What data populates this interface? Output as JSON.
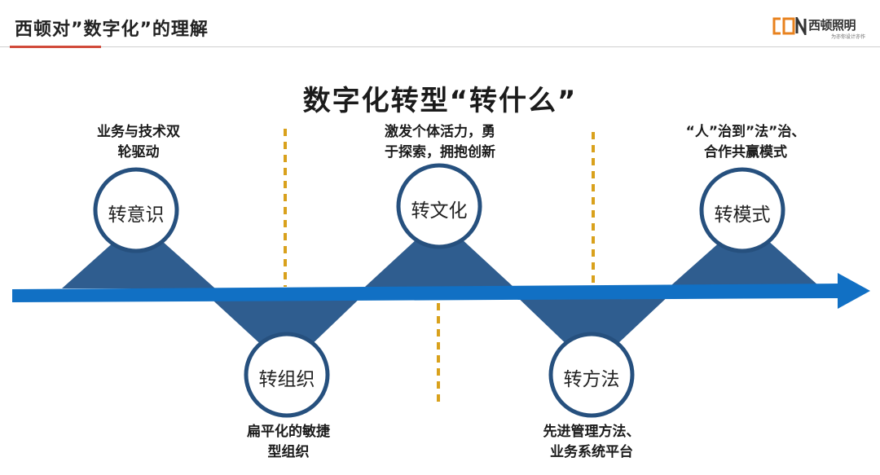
{
  "header": {
    "title": "西顿对”数字化”的理解",
    "logo_text": "西顿照明",
    "logo_subtext": "为亦你设计亦作"
  },
  "main_title": "数字化转型“转什么”",
  "colors": {
    "arrow": "#1170c4",
    "triangle": "#2f5d8f",
    "circle_border": "#26507e",
    "divider": "#d9a11c",
    "accent": "#d14a3a"
  },
  "stages": [
    {
      "label": "转意识",
      "position": "top",
      "description_lines": [
        "业务与技术双",
        "轮驱动"
      ]
    },
    {
      "label": "转组织",
      "position": "bottom",
      "description_lines": [
        "扁平化的敏捷",
        "型组织"
      ]
    },
    {
      "label": "转文化",
      "position": "top",
      "description_lines": [
        "激发个体活力，勇",
        "于探索，拥抱创新"
      ]
    },
    {
      "label": "转方法",
      "position": "bottom",
      "description_lines": [
        "先进管理方法、",
        "业务系统平台"
      ]
    },
    {
      "label": "转模式",
      "position": "top",
      "description_lines": [
        "“人”治到”法”治、",
        "合作共赢模式"
      ]
    }
  ]
}
